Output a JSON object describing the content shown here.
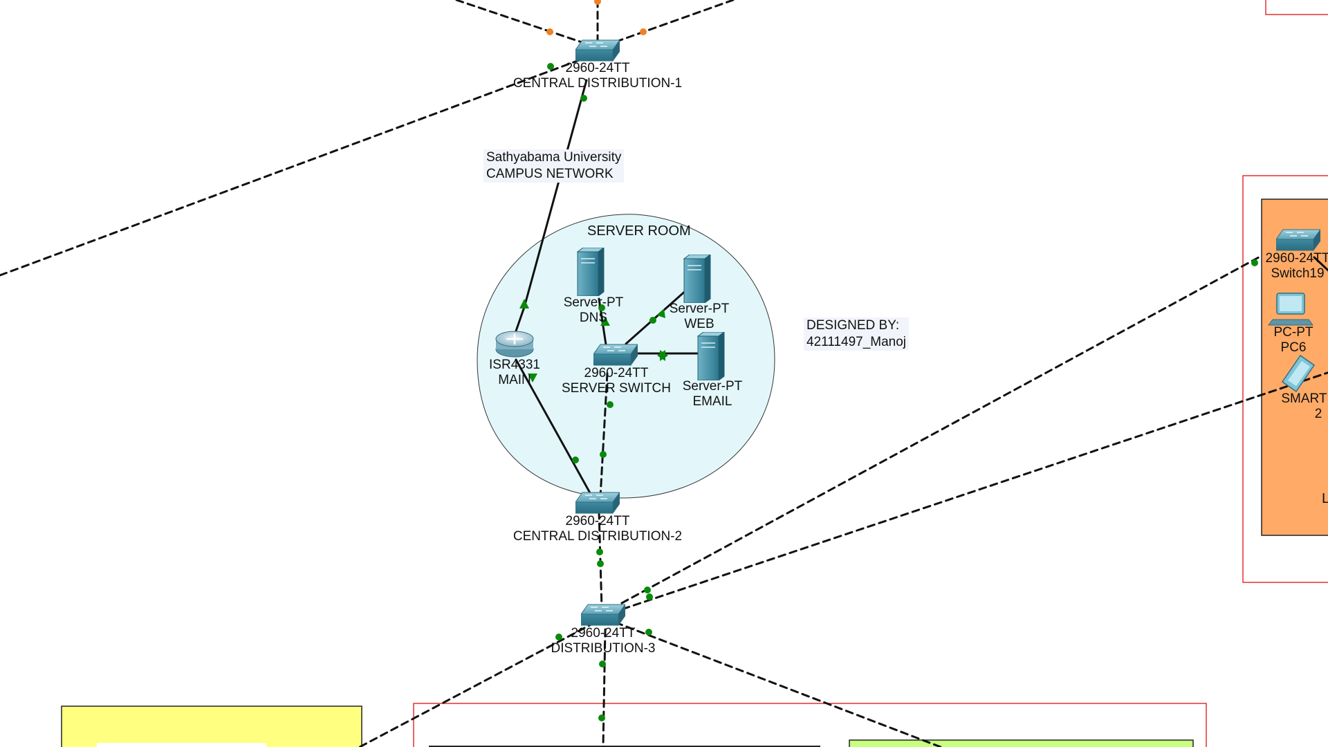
{
  "devices": {
    "cd1": {
      "model": "2960-24TT",
      "name": "CENTRAL DISTRIBUTION-1"
    },
    "cd2": {
      "model": "2960-24TT",
      "name": "CENTRAL DISTRIBUTION-2"
    },
    "d3": {
      "model": "2960-24TT",
      "name": "DISTRIBUTION-3"
    },
    "server_switch": {
      "model": "2960-24TT",
      "name": "SERVER SWITCH"
    },
    "router": {
      "model": "ISR4331",
      "name": "MAIN"
    },
    "dns": {
      "model": "Server-PT",
      "name": "DNS"
    },
    "web": {
      "model": "Server-PT",
      "name": "WEB"
    },
    "email": {
      "model": "Server-PT",
      "name": "EMAIL"
    },
    "switch19": {
      "model": "2960-24TT",
      "name": "Switch19"
    },
    "pc6": {
      "model": "PC-PT",
      "name": "PC6"
    },
    "smartphone": {
      "model": "SMARTPHO",
      "name": "2"
    }
  },
  "notes": {
    "campus": [
      "Sathyabama University",
      "CAMPUS NETWORK"
    ],
    "designer": [
      "DESIGNED BY:",
      "42111497_Manoj"
    ]
  },
  "areas": {
    "server_room": "SERVER ROOM",
    "right_partial": "L"
  },
  "colors": {
    "link_up": "#0a8a0a",
    "link_orange": "#f28022",
    "server_room_fill": "#e3f7fb",
    "right_zone_fill": "#ffaa66",
    "yellow_zone": "#ffff80",
    "green_zone": "#c8ff80",
    "zone_border": "#e03030"
  }
}
